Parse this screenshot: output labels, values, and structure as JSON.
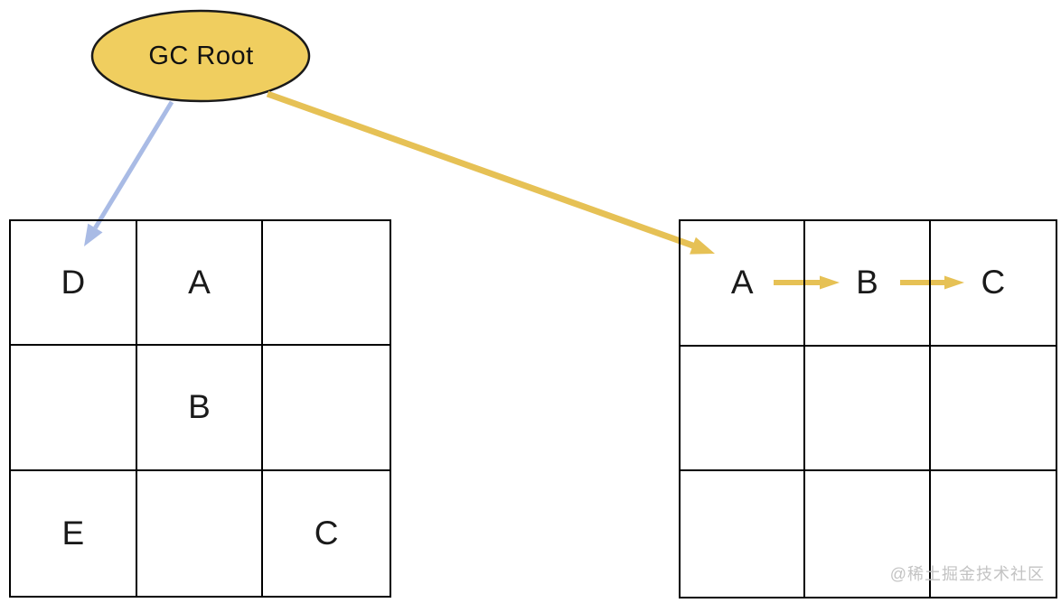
{
  "root_node": {
    "label": "GC Root"
  },
  "left_grid": {
    "rows": [
      [
        "D",
        "A",
        ""
      ],
      [
        "",
        "B",
        ""
      ],
      [
        "E",
        "",
        "C"
      ]
    ]
  },
  "right_grid": {
    "rows": [
      [
        "A",
        "B",
        "C"
      ],
      [
        "",
        "",
        ""
      ],
      [
        "",
        "",
        ""
      ]
    ]
  },
  "arrows": {
    "root_to_d": {
      "from": "GC Root",
      "to": "D",
      "color": "#A9BBE5"
    },
    "root_to_a": {
      "from": "GC Root",
      "to": "A",
      "color": "#E6C155"
    },
    "a_to_b": {
      "from": "A",
      "to": "B",
      "color": "#E6C155"
    },
    "b_to_c": {
      "from": "B",
      "to": "C",
      "color": "#E6C155"
    }
  },
  "colors": {
    "node_fill": "#F0CE5F",
    "node_border": "#1A1A1A",
    "grid_border": "#000000",
    "arrow_blue": "#A9BBE5",
    "arrow_yellow": "#E6C155",
    "watermark": "#C3C3C3"
  },
  "watermark": {
    "text": "@稀土掘金技术社区"
  }
}
